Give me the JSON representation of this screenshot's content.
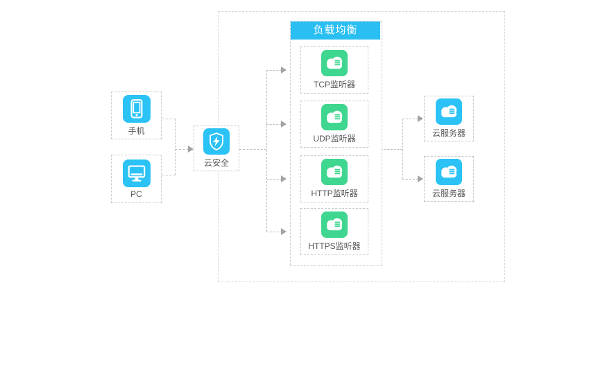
{
  "load_balancer": {
    "title": "负载均衡"
  },
  "nodes": {
    "phone": {
      "label": "手机",
      "icon": "mobile-phone-icon"
    },
    "pc": {
      "label": "PC",
      "icon": "desktop-monitor-icon"
    },
    "security": {
      "label": "云安全",
      "icon": "shield-lightning-icon"
    },
    "listeners": [
      {
        "label": "TCP监听器",
        "icon": "cloud-stack-icon"
      },
      {
        "label": "UDP监听器",
        "icon": "cloud-stack-icon"
      },
      {
        "label": "HTTP监听器",
        "icon": "cloud-stack-icon"
      },
      {
        "label": "HTTPS监听器",
        "icon": "cloud-stack-icon"
      }
    ],
    "servers": [
      {
        "label": "云服务器",
        "icon": "cloud-stack-icon"
      },
      {
        "label": "云服务器",
        "icon": "cloud-stack-icon"
      }
    ]
  },
  "colors": {
    "icon_blue": "#2bc2f5",
    "icon_green": "#3fd68f",
    "header_blue": "#29bff2",
    "label_text": "#555555",
    "box_border": "#c9c9c9",
    "connector": "#bdbdbd",
    "arrow": "#a3a3a3"
  }
}
